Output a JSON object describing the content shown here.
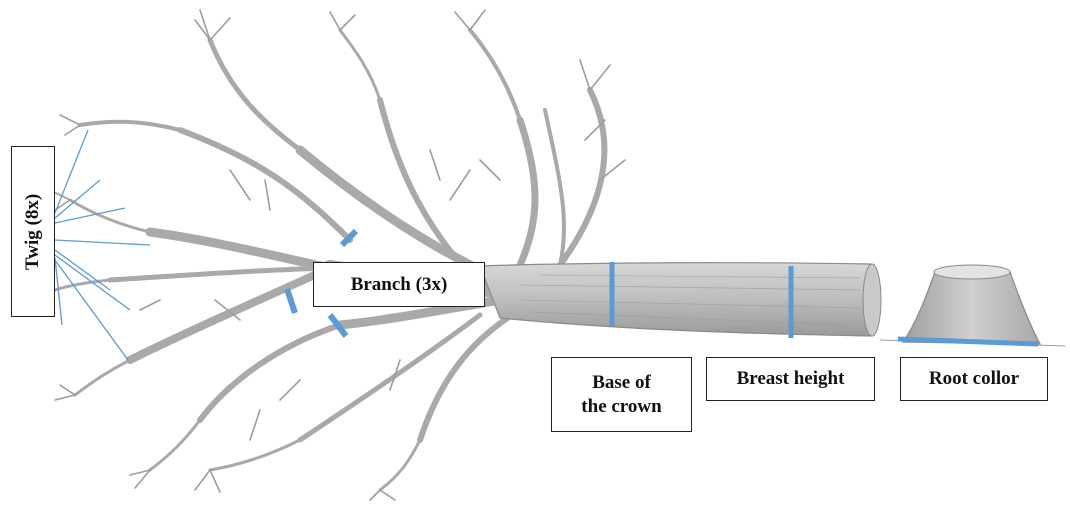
{
  "labels": {
    "twig": "Twig (8x)",
    "branch": "Branch (3x)",
    "base_line1": "Base of",
    "base_line2": "the crown",
    "breast_height": "Breast height",
    "root_collar": "Root collor"
  },
  "colors": {
    "marker": "#5b9bd5",
    "trunk": "#b8b8b8",
    "branch": "#a6a6a6",
    "outline": "#222222"
  },
  "icons": {
    "tree": "felled-tree-icon",
    "stump": "tree-stump-icon"
  }
}
